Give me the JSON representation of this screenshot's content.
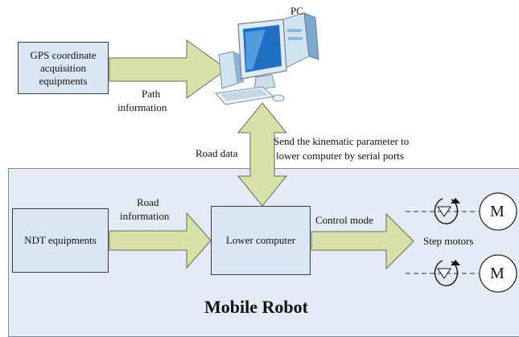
{
  "pc": {
    "label": "PC"
  },
  "gps": {
    "label": "GPS coordinate acquisition equipments"
  },
  "labels": {
    "path_info_line1": "Path",
    "path_info_line2": "information",
    "road_data": "Road data",
    "send_kinematic_line1": "Send the  kinematic parameter to",
    "send_kinematic_line2": "lower computer by serial ports",
    "road_info_line1": "Road",
    "road_info_line2": "information",
    "control_mode": "Control mode",
    "step_motors": "Step motors"
  },
  "mobile_robot": {
    "title": "Mobile Robot",
    "ndt": "NDT equipments",
    "lower_computer": "Lower computer",
    "motors": [
      {
        "symbol": "M"
      },
      {
        "symbol": "M"
      }
    ]
  },
  "colors": {
    "box_fill": "#dbe6f3",
    "panel_fill": "#e3ebf4",
    "arrow_fill": "#d9dfa8",
    "arrow_stroke": "#6b6b5a"
  }
}
